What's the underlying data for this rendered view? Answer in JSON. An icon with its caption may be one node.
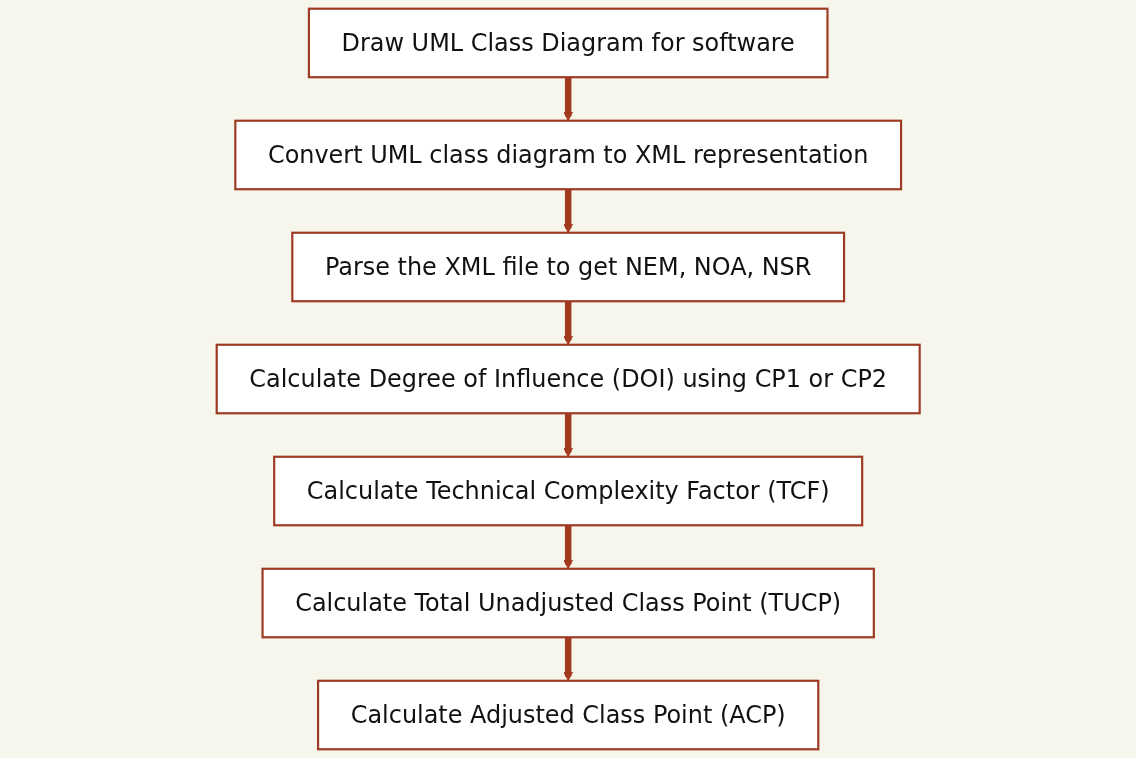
{
  "diagram": {
    "nodes": [
      {
        "text": [
          "Draw UML Class Diagram for software"
        ]
      },
      {
        "text": [
          "Convert UML class diagram to XML representation"
        ]
      },
      {
        "text": [
          "Parse the XML file to get NEM, NOA, NSR"
        ]
      },
      {
        "text": [
          "Calculate Degree of Influence (DOI) using CP1 or CP2"
        ]
      },
      {
        "text": [
          "Calculate Technical Complexity Factor (TCF)"
        ]
      },
      {
        "text": [
          "Calculate Total Unadjusted Class Point (TUCP)"
        ]
      },
      {
        "text": [
          "Calculate Adjusted Class Point (ACP)"
        ]
      }
    ],
    "edges": [
      {
        "from": 0,
        "to": 1,
        "arrow": "to"
      },
      {
        "from": 1,
        "to": 2,
        "arrow": "to"
      },
      {
        "from": 2,
        "to": 3,
        "arrow": "to"
      },
      {
        "from": 3,
        "to": 4,
        "arrow": "to"
      },
      {
        "from": 4,
        "to": 5,
        "arrow": "to"
      },
      {
        "from": 5,
        "to": 6,
        "arrow": "to"
      }
    ]
  }
}
